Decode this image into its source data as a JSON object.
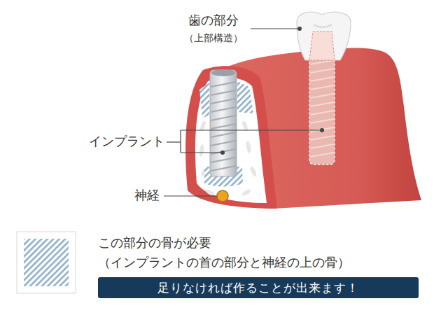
{
  "diagram": {
    "nodes": [
      {
        "text": [
          "足りなければ作ることが出来ます！"
        ]
      }
    ],
    "labels": [
      "歯の部分",
      "（上部構造）",
      "インプラント",
      "神経",
      "（インプラントの首の部分と神経の上の骨）"
    ],
    "legend": [
      {
        "text": "この部分の骨が必要"
      }
    ]
  }
}
